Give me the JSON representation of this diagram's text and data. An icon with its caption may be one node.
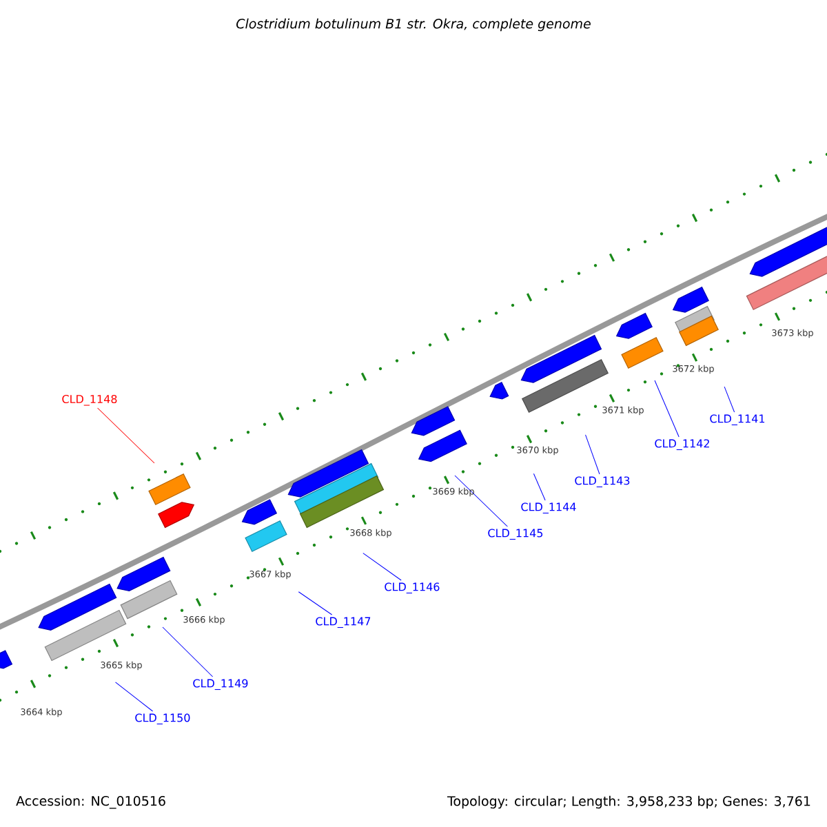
{
  "diagram": {
    "title": "Clostridium botulinum B1 str. Okra, complete genome",
    "nodes": [
      {
        "text": [
          "CLD_1148"
        ]
      },
      {
        "text": [
          "CLD_1141"
        ]
      },
      {
        "text": [
          "CLD_1142"
        ]
      },
      {
        "text": [
          "CLD_1143"
        ]
      },
      {
        "text": [
          "CLD_1144"
        ]
      },
      {
        "text": [
          "CLD_1145"
        ]
      },
      {
        "text": [
          "CLD_1146"
        ]
      },
      {
        "text": [
          "CLD_1147"
        ]
      },
      {
        "text": [
          "CLD_1149"
        ]
      },
      {
        "text": [
          "CLD_1150"
        ]
      }
    ],
    "edges": [
      {
        "from": 0,
        "to": null,
        "arrow": "none",
        "color": "#ff0000"
      },
      {
        "from": 1,
        "to": null,
        "arrow": "none"
      },
      {
        "from": 2,
        "to": null,
        "arrow": "none"
      },
      {
        "from": 3,
        "to": null,
        "arrow": "none"
      },
      {
        "from": 4,
        "to": null,
        "arrow": "none"
      },
      {
        "from": 5,
        "to": null,
        "arrow": "none"
      },
      {
        "from": 6,
        "to": null,
        "arrow": "none"
      },
      {
        "from": 7,
        "to": null,
        "arrow": "none"
      },
      {
        "from": 8,
        "to": null,
        "arrow": "none"
      },
      {
        "from": 9,
        "to": null,
        "arrow": "none"
      }
    ],
    "labels": [
      "3673 kbp",
      "3672 kbp",
      "3671 kbp",
      "3670 kbp",
      "3669 kbp",
      "3668 kbp",
      "3667 kbp",
      "3666 kbp",
      "3665 kbp",
      "3664 kbp",
      "Accession: NC_010516",
      "Topology: circular; Length: 3,958,233 bp; Genes: 3,761"
    ]
  }
}
